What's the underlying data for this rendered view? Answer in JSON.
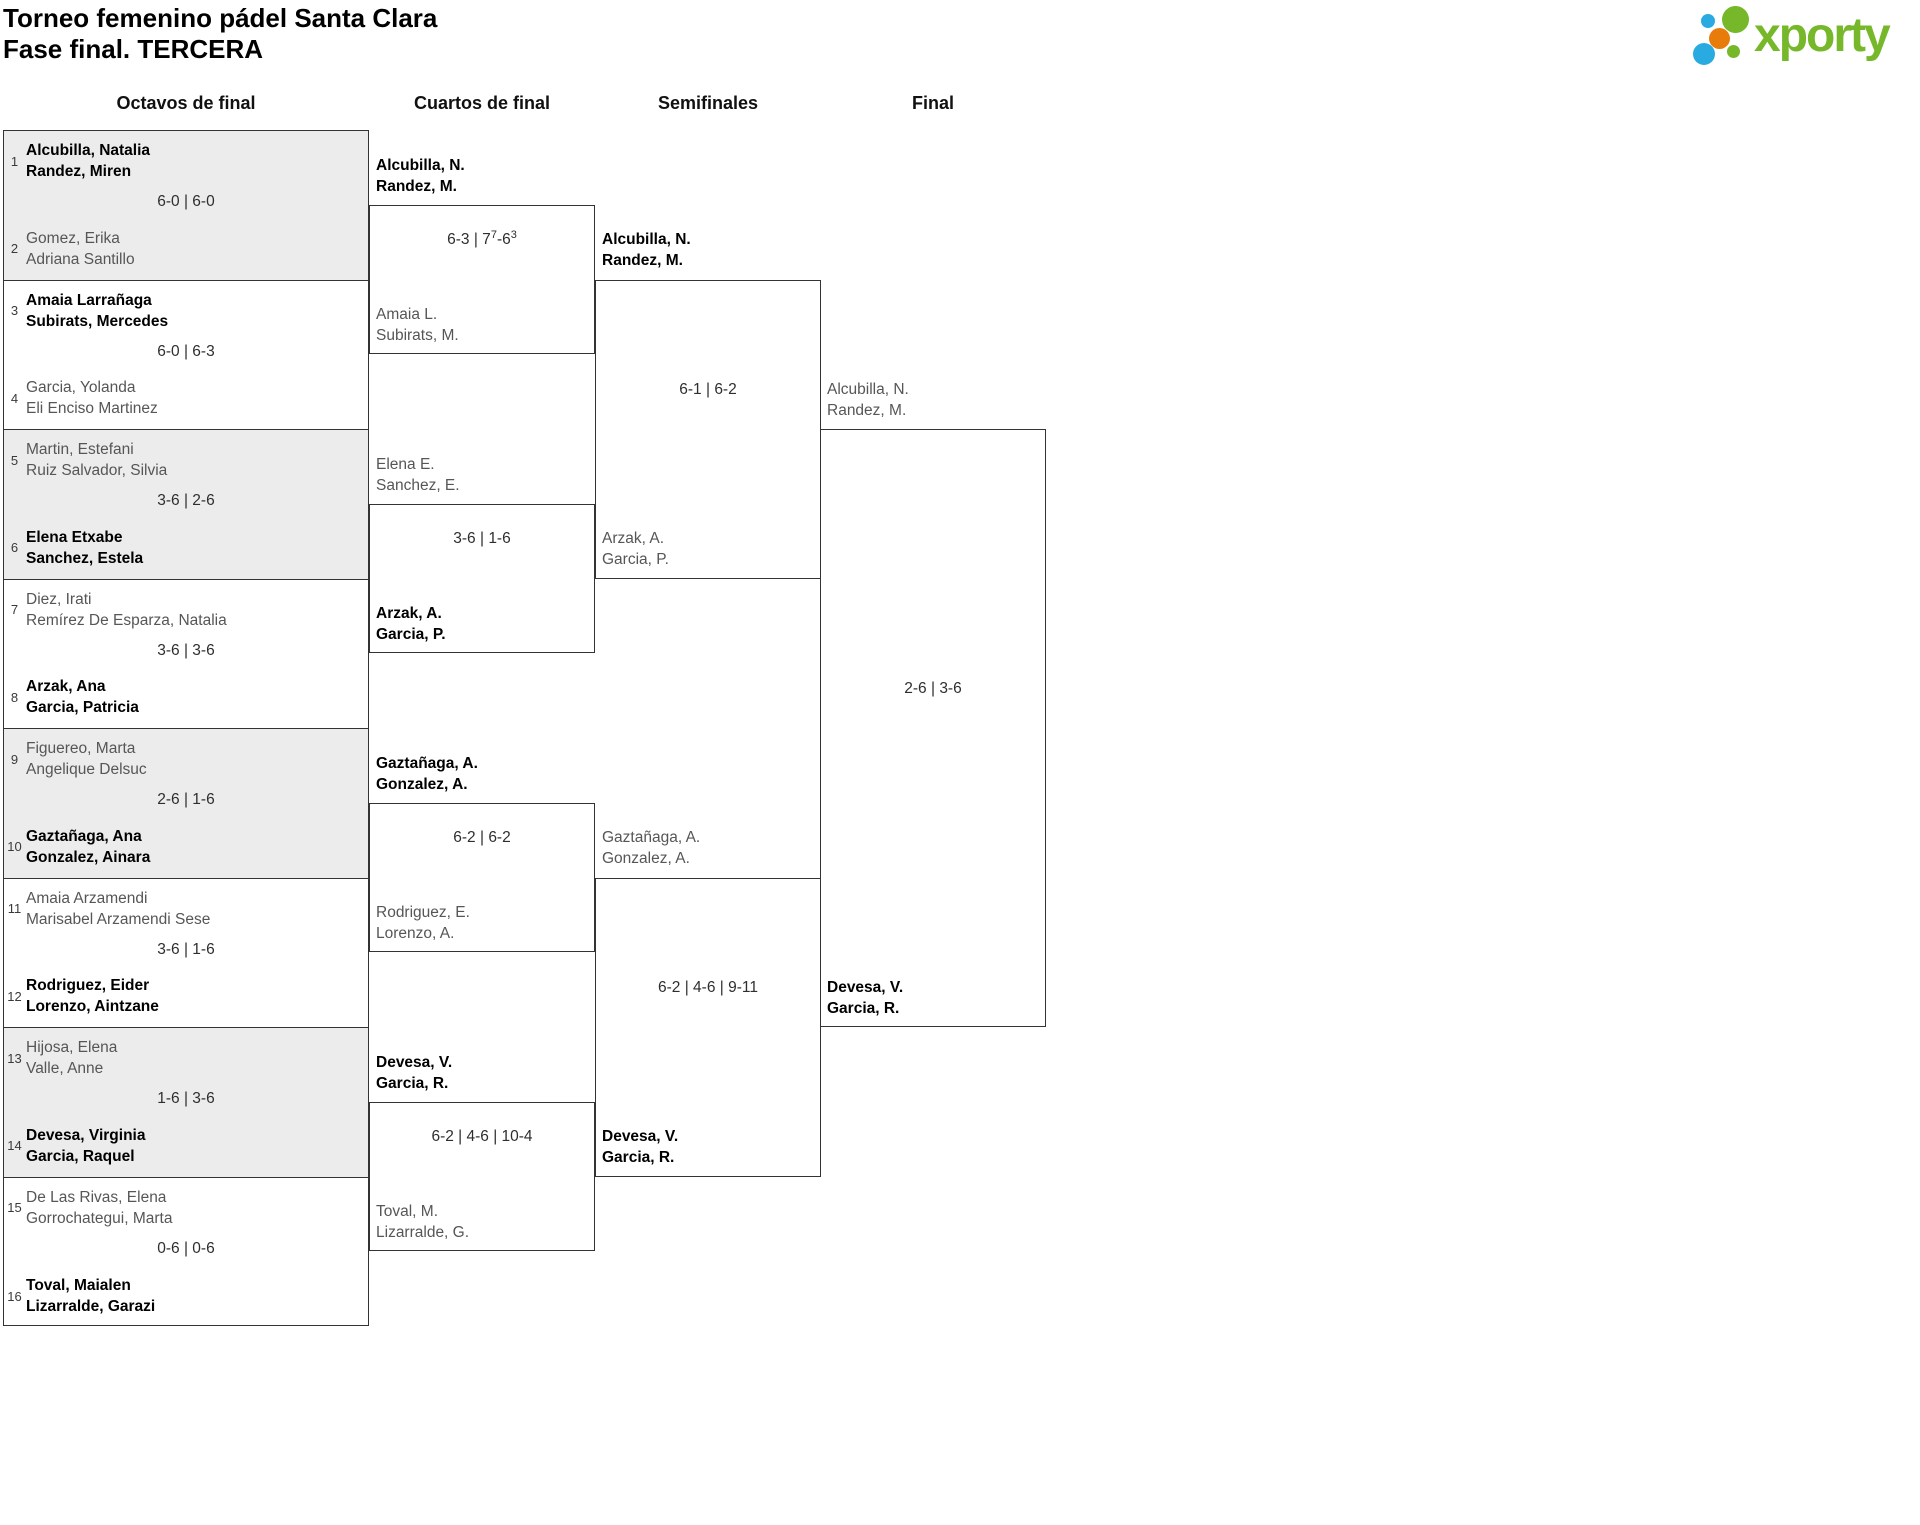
{
  "header": {
    "title_line1": "Torneo femenino pádel Santa Clara",
    "title_line2": "Fase final. TERCERA",
    "logo": {
      "text": "xporty"
    }
  },
  "colors": {
    "brand_green": "#76b82a",
    "brand_blue": "#29abe2",
    "brand_orange": "#e87c0a",
    "row_shade": "#ececec",
    "line": "#333333"
  },
  "rounds": [
    "Octavos de final",
    "Cuartos de final",
    "Semifinales",
    "Final"
  ],
  "octavos": {
    "matches": [
      {
        "seed1": "1",
        "team1": [
          "Alcubilla, Natalia",
          "Randez, Miren"
        ],
        "seed2": "2",
        "team2": [
          "Gomez, Erika",
          "Adriana Santillo"
        ],
        "winner": 1,
        "score": "6-0 | 6-0"
      },
      {
        "seed1": "3",
        "team1": [
          "Amaia Larrañaga",
          "Subirats, Mercedes"
        ],
        "seed2": "4",
        "team2": [
          "Garcia, Yolanda",
          "Eli Enciso Martinez"
        ],
        "winner": 1,
        "score": "6-0 | 6-3"
      },
      {
        "seed1": "5",
        "team1": [
          "Martin, Estefani",
          "Ruiz Salvador, Silvia"
        ],
        "seed2": "6",
        "team2": [
          "Elena Etxabe",
          "Sanchez, Estela"
        ],
        "winner": 2,
        "score": "3-6 | 2-6"
      },
      {
        "seed1": "7",
        "team1": [
          "Diez, Irati",
          "Remírez De Esparza, Natalia"
        ],
        "seed2": "8",
        "team2": [
          "Arzak, Ana",
          "Garcia, Patricia"
        ],
        "winner": 2,
        "score": "3-6 | 3-6"
      },
      {
        "seed1": "9",
        "team1": [
          "Figuereo, Marta",
          "Angelique Delsuc"
        ],
        "seed2": "10",
        "team2": [
          "Gaztañaga, Ana",
          "Gonzalez, Ainara"
        ],
        "winner": 2,
        "score": "2-6 | 1-6"
      },
      {
        "seed1": "11",
        "team1": [
          "Amaia Arzamendi",
          "Marisabel Arzamendi Sese"
        ],
        "seed2": "12",
        "team2": [
          "Rodriguez, Eider",
          "Lorenzo, Aintzane"
        ],
        "winner": 2,
        "score": "3-6 | 1-6"
      },
      {
        "seed1": "13",
        "team1": [
          "Hijosa, Elena",
          "Valle, Anne"
        ],
        "seed2": "14",
        "team2": [
          "Devesa, Virginia",
          "Garcia, Raquel"
        ],
        "winner": 2,
        "score": "1-6 | 3-6"
      },
      {
        "seed1": "15",
        "team1": [
          "De Las Rivas, Elena",
          "Gorrochategui, Marta"
        ],
        "seed2": "16",
        "team2": [
          "Toval, Maialen",
          "Lizarralde, Garazi"
        ],
        "winner": 2,
        "score": "0-6 | 0-6"
      }
    ]
  },
  "cuartos": {
    "matches": [
      {
        "team1": [
          "Alcubilla, N.",
          "Randez, M."
        ],
        "team2": [
          "Amaia L.",
          "Subirats, M."
        ],
        "winner": 1,
        "score_parts": [
          "6-3 | 7",
          "7",
          "-6",
          "3"
        ]
      },
      {
        "team1": [
          "Elena E.",
          "Sanchez, E."
        ],
        "team2": [
          "Arzak, A.",
          "Garcia, P."
        ],
        "winner": 2,
        "score": "3-6 | 1-6"
      },
      {
        "team1": [
          "Gaztañaga, A.",
          "Gonzalez, A."
        ],
        "team2": [
          "Rodriguez, E.",
          "Lorenzo, A."
        ],
        "winner": 1,
        "score": "6-2 | 6-2"
      },
      {
        "team1": [
          "Devesa, V.",
          "Garcia, R."
        ],
        "team2": [
          "Toval, M.",
          "Lizarralde, G."
        ],
        "winner": 1,
        "score": "6-2 | 4-6 | 10-4"
      }
    ]
  },
  "semifinales": {
    "matches": [
      {
        "team1": [
          "Alcubilla, N.",
          "Randez, M."
        ],
        "team2": [
          "Arzak, A.",
          "Garcia, P."
        ],
        "winner": 1,
        "score": "6-1 | 6-2"
      },
      {
        "team1": [
          "Gaztañaga, A.",
          "Gonzalez, A."
        ],
        "team2": [
          "Devesa, V.",
          "Garcia, R."
        ],
        "winner": 2,
        "score": "6-2 | 4-6 | 9-11"
      }
    ]
  },
  "final": {
    "team1": [
      "Alcubilla, N.",
      "Randez, M."
    ],
    "team2": [
      "Devesa, V.",
      "Garcia, R."
    ],
    "winner": 2,
    "score": "2-6 | 3-6"
  }
}
